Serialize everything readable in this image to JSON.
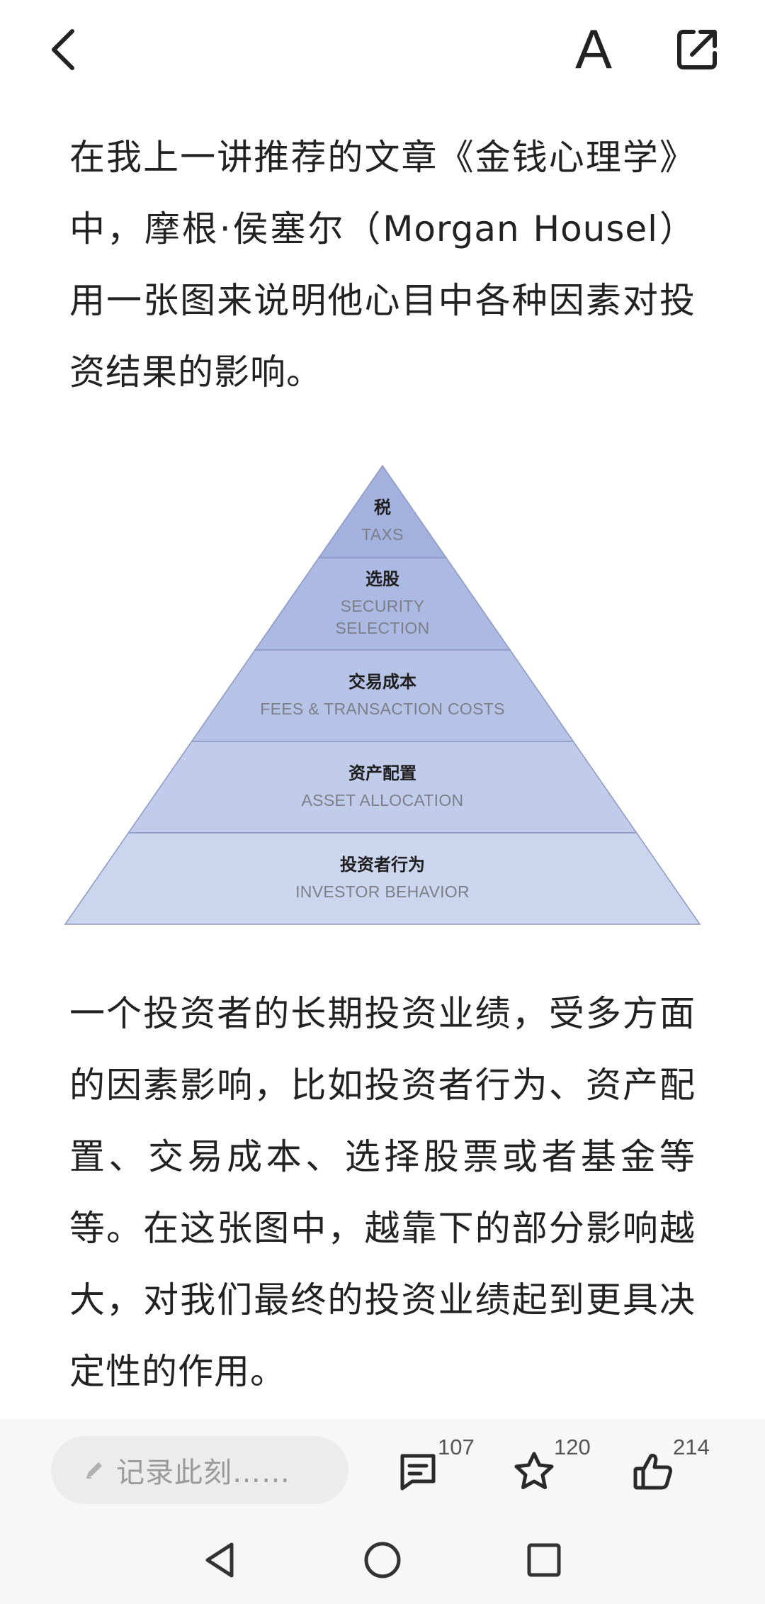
{
  "toolbar": {
    "back_icon": "chevron-left-icon",
    "font_icon": "font-size-icon",
    "font_glyph": "A",
    "share_icon": "share-icon"
  },
  "article": {
    "paragraph_1": "在我上一讲推荐的文章《金钱心理学》中，摩根·侯塞尔（Morgan Housel）用一张图来说明他心目中各种因素对投资结果的影响。",
    "paragraph_2": "一个投资者的长期投资业绩，受多方面的因素影响，比如投资者行为、资产配置、交易成本、选择股票或者基金等等。在这张图中，越靠下的部分影响越大，对我们最终的投资业绩起到更具决定性的作用。"
  },
  "figure": {
    "tiers": [
      {
        "zh": "税",
        "en": "TAXS"
      },
      {
        "zh": "选股",
        "en": "SECURITY SELECTION"
      },
      {
        "zh": "交易成本",
        "en": "FEES & TRANSACTION COSTS"
      },
      {
        "zh": "资产配置",
        "en": "ASSET ALLOCATION"
      },
      {
        "zh": "投资者行为",
        "en": "INVESTOR BEHAVIOR"
      }
    ],
    "tier_colors": [
      "#a3b1df",
      "#acb9e2",
      "#b6c2e6",
      "#c1cbea",
      "#ccd5ee"
    ],
    "edge_color": "#8d98c4"
  },
  "actions": {
    "note_placeholder": "记录此刻……",
    "comment_count": "107",
    "favorite_count": "120",
    "like_count": "214"
  },
  "system_nav": {
    "back_icon": "triangle-back-icon",
    "home_icon": "circle-home-icon",
    "recents_icon": "square-recents-icon"
  }
}
